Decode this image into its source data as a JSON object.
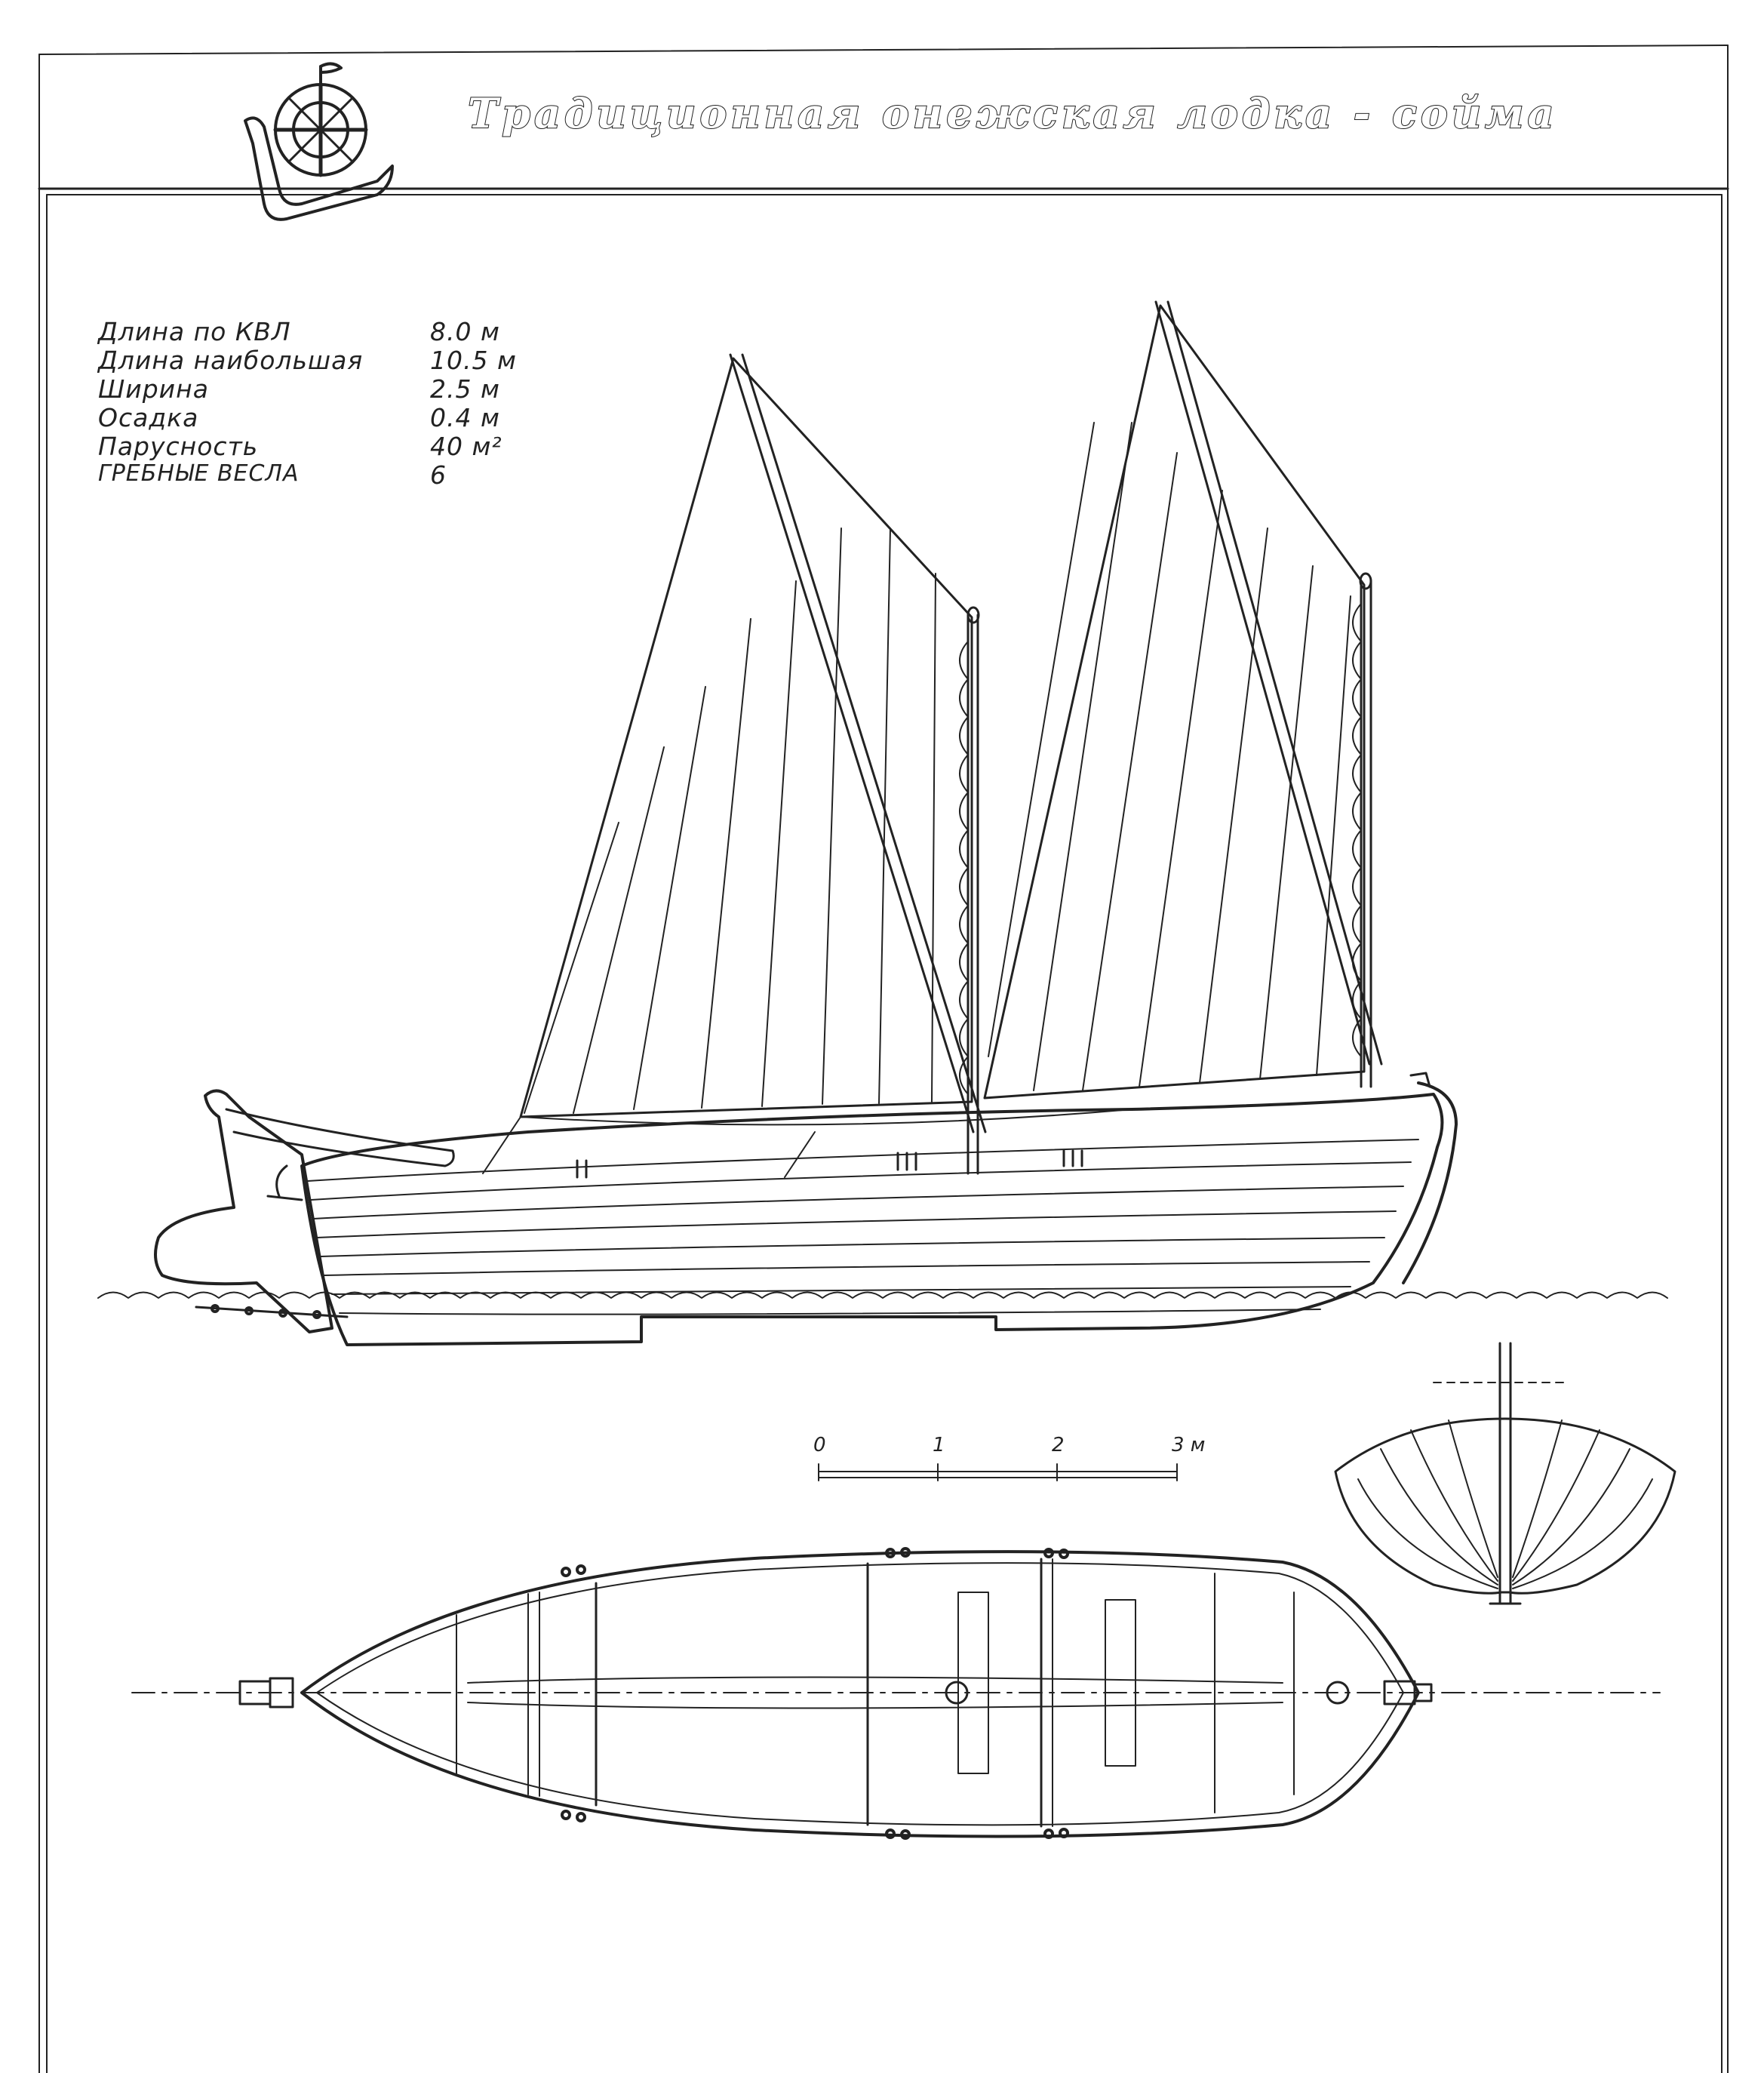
{
  "title": "Традиционная онежская лодка - сойма",
  "specs": [
    {
      "label": "Длина по КВЛ",
      "value": "8.0 м"
    },
    {
      "label": "Длина наибольшая",
      "value": "10.5 м"
    },
    {
      "label": "Ширина",
      "value": "2.5 м"
    },
    {
      "label": "Осадка",
      "value": "0.4 м"
    },
    {
      "label": "Парусность",
      "value": "40 м²"
    },
    {
      "label": "ГРЕБНЫЕ ВЕСЛА",
      "value": "6"
    }
  ],
  "scale": {
    "ticks": [
      "0",
      "1",
      "2",
      "3 м"
    ]
  },
  "colors": {
    "ink": "#222222",
    "paper": "#ffffff"
  }
}
